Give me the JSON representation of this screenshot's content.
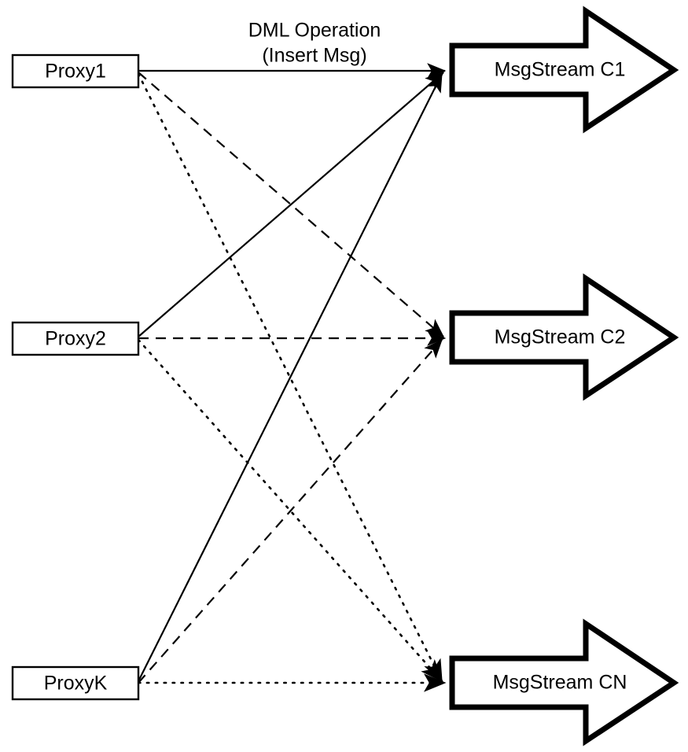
{
  "diagram": {
    "title_caption": {
      "line1": "DML Operation",
      "line2": "(Insert Msg)"
    },
    "colors": {
      "stroke": "#000000",
      "fill": "#ffffff",
      "background": "#ffffff"
    },
    "proxies": [
      {
        "id": "proxy1",
        "label": "Proxy1"
      },
      {
        "id": "proxy2",
        "label": "Proxy2"
      },
      {
        "id": "proxyK",
        "label": "ProxyK"
      }
    ],
    "streams": [
      {
        "id": "c1",
        "label": "MsgStream C1",
        "line_style": "solid"
      },
      {
        "id": "c2",
        "label": "MsgStream C2",
        "line_style": "dashed"
      },
      {
        "id": "cn",
        "label": "MsgStream CN",
        "line_style": "dotted"
      }
    ],
    "edges": [
      {
        "from": "Proxy1",
        "to": "MsgStream C1",
        "style": "solid"
      },
      {
        "from": "Proxy1",
        "to": "MsgStream C2",
        "style": "dashed"
      },
      {
        "from": "Proxy1",
        "to": "MsgStream CN",
        "style": "dotted"
      },
      {
        "from": "Proxy2",
        "to": "MsgStream C1",
        "style": "solid"
      },
      {
        "from": "Proxy2",
        "to": "MsgStream C2",
        "style": "dashed"
      },
      {
        "from": "Proxy2",
        "to": "MsgStream CN",
        "style": "dotted"
      },
      {
        "from": "ProxyK",
        "to": "MsgStream C1",
        "style": "solid"
      },
      {
        "from": "ProxyK",
        "to": "MsgStream C2",
        "style": "dashed"
      },
      {
        "from": "ProxyK",
        "to": "MsgStream CN",
        "style": "dotted"
      }
    ]
  }
}
